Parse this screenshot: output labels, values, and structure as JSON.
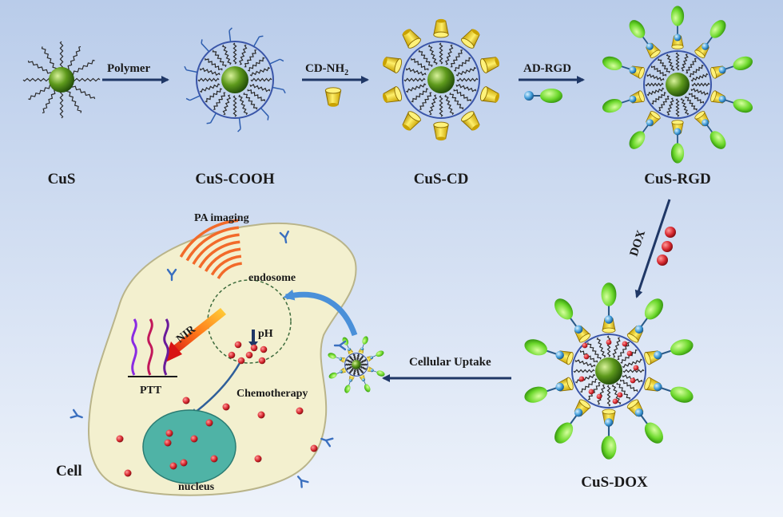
{
  "stages": {
    "cus": "CuS",
    "cus_cooh": "CuS-COOH",
    "cus_cd": "CuS-CD",
    "cus_rgd": "CuS-RGD",
    "cus_dox": "CuS-DOX"
  },
  "arrows": {
    "polymer": "Polymer",
    "cd_nh2_base": "CD-NH",
    "cd_nh2_sub": "2",
    "ad_rgd": "AD-RGD",
    "dox": "DOX",
    "cellular_uptake": "Cellular Uptake"
  },
  "cell": {
    "pa_imaging": "PA imaging",
    "endosome": "endosome",
    "nir": "NIR",
    "ph": "pH",
    "ptt": "PTT",
    "chemotherapy": "Chemotherapy",
    "nucleus": "nucleus",
    "cell": "Cell"
  },
  "colors": {
    "background_top": "#b9ccea",
    "background_bottom": "#eef3fb",
    "core": "#5e9a1c",
    "cone": "#f2d600",
    "rgd": "#7ee23a",
    "linker": "#3f9bd8",
    "dox": "#d7282f",
    "cell_fill": "#f3f0cf",
    "nucleus_fill": "#4fb3a6",
    "arrow": "#1f3766",
    "curved_arrow": "#4a90d9"
  }
}
